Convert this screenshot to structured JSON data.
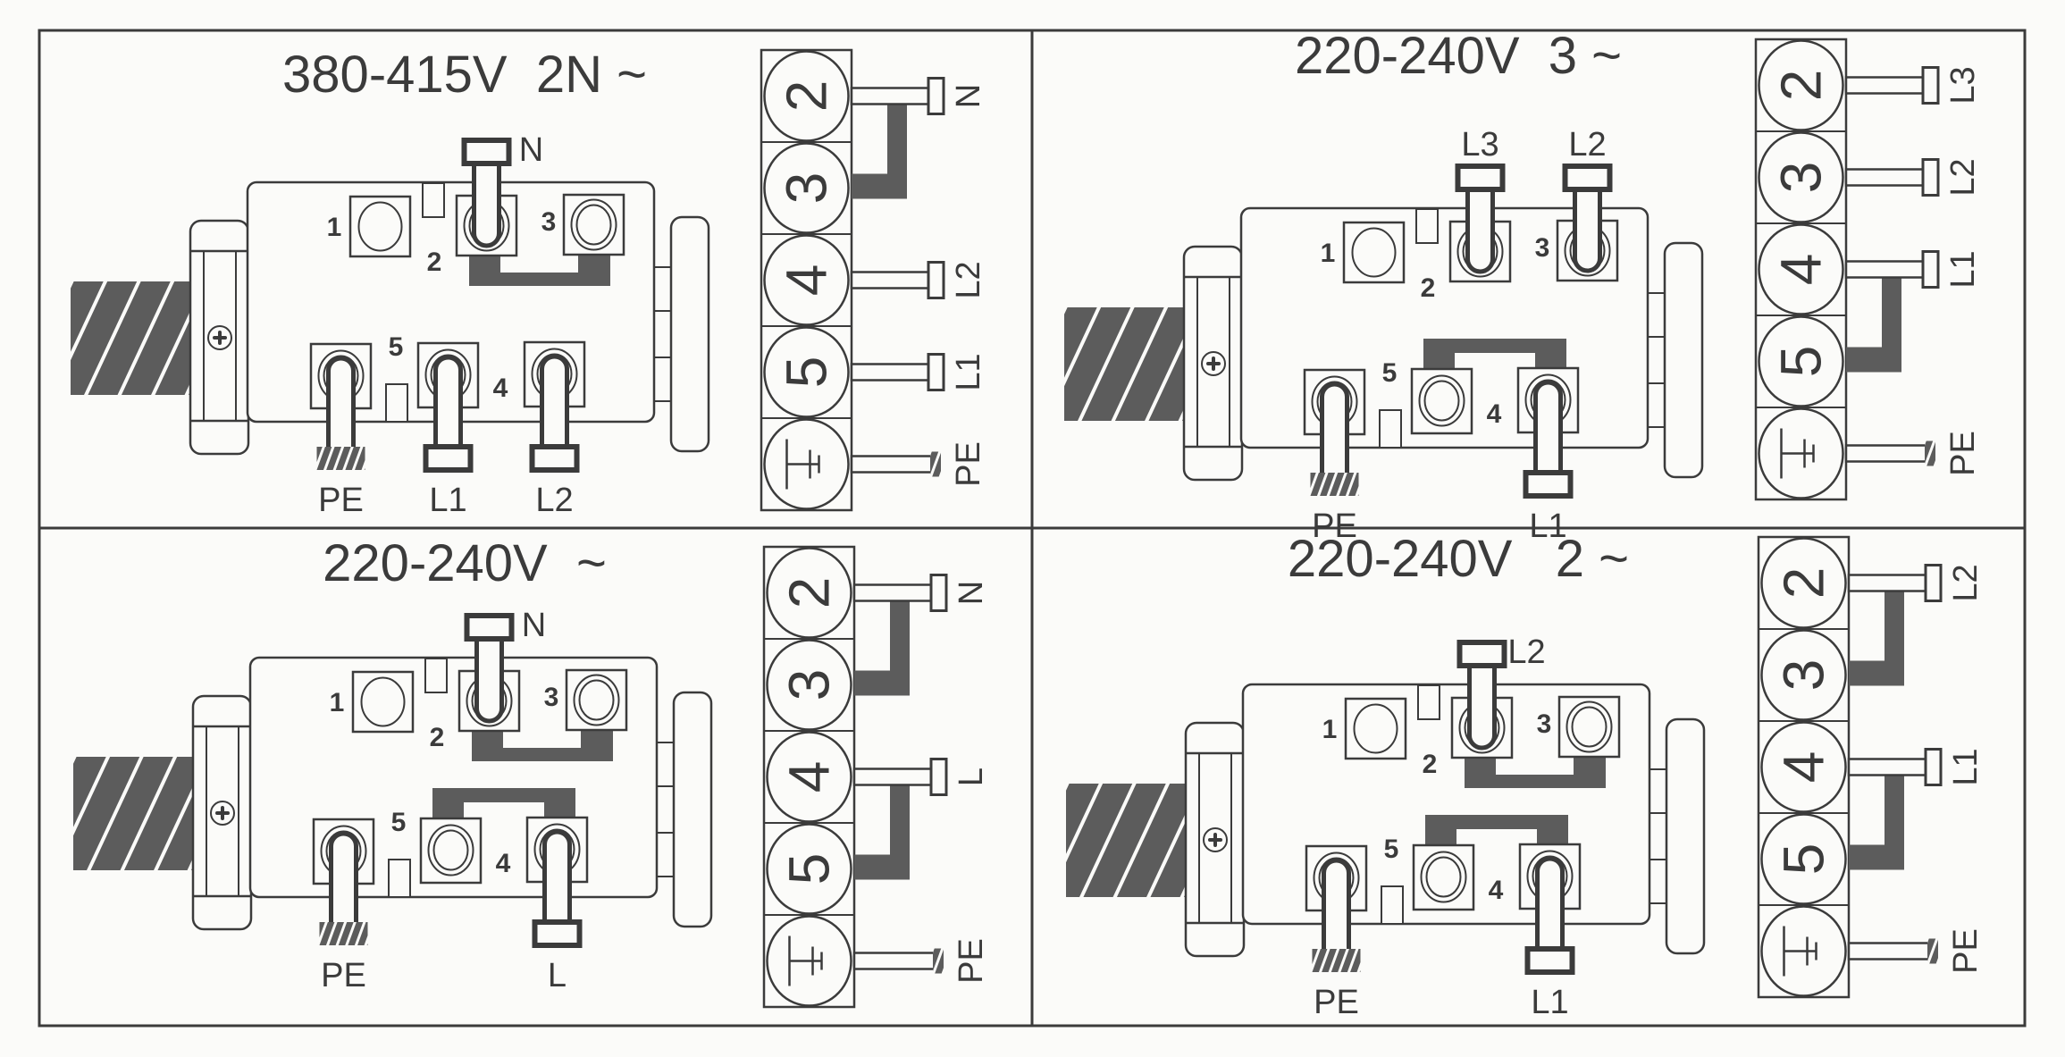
{
  "colors": {
    "ink": "#3b3b3b",
    "fill": "#5c5c5c",
    "paper": "#fbfbf9"
  },
  "panels": [
    {
      "id": "top-left",
      "title": "380-415V  2N ~",
      "motor": {
        "top_wires": [
          {
            "terminal": 2,
            "label": "N"
          }
        ],
        "bottom_wires": [
          {
            "terminal": "PE",
            "label": "PE"
          },
          {
            "terminal": 5,
            "label": "L1"
          },
          {
            "terminal": 4,
            "label": "L2"
          }
        ],
        "bridges": [
          "2-3"
        ],
        "terminal_numbers": [
          "1",
          "2",
          "3",
          "4",
          "5"
        ]
      },
      "strip": {
        "cells": [
          "2",
          "3",
          "4",
          "5",
          "earth"
        ],
        "wires": [
          {
            "cell": "2",
            "label": "N"
          },
          {
            "cell": "4",
            "label": "L2"
          },
          {
            "cell": "5",
            "label": "L1"
          },
          {
            "cell": "earth",
            "label": "PE"
          }
        ],
        "bridges": [
          "2-3"
        ]
      }
    },
    {
      "id": "top-right",
      "title": "220-240V  3 ~",
      "motor": {
        "top_wires": [
          {
            "terminal": 2,
            "label": "L3"
          },
          {
            "terminal": 3,
            "label": "L2"
          }
        ],
        "bottom_wires": [
          {
            "terminal": "PE",
            "label": "PE"
          },
          {
            "terminal": 4,
            "label": "L1"
          }
        ],
        "bridges": [
          "4-5"
        ],
        "terminal_numbers": [
          "1",
          "2",
          "3",
          "4",
          "5"
        ]
      },
      "strip": {
        "cells": [
          "2",
          "3",
          "4",
          "5",
          "earth"
        ],
        "wires": [
          {
            "cell": "2",
            "label": "L3"
          },
          {
            "cell": "3",
            "label": "L2"
          },
          {
            "cell": "4",
            "label": "L1"
          },
          {
            "cell": "earth",
            "label": "PE"
          }
        ],
        "bridges": [
          "4-5"
        ]
      }
    },
    {
      "id": "bottom-left",
      "title": "220-240V  ~",
      "motor": {
        "top_wires": [
          {
            "terminal": 2,
            "label": "N"
          }
        ],
        "bottom_wires": [
          {
            "terminal": "PE",
            "label": "PE"
          },
          {
            "terminal": 4,
            "label": "L"
          }
        ],
        "bridges": [
          "2-3",
          "4-5"
        ],
        "terminal_numbers": [
          "1",
          "2",
          "3",
          "4",
          "5"
        ]
      },
      "strip": {
        "cells": [
          "2",
          "3",
          "4",
          "5",
          "earth"
        ],
        "wires": [
          {
            "cell": "2",
            "label": "N"
          },
          {
            "cell": "4",
            "label": "L"
          },
          {
            "cell": "earth",
            "label": "PE"
          }
        ],
        "bridges": [
          "2-3",
          "4-5"
        ]
      }
    },
    {
      "id": "bottom-right",
      "title": "220-240V   2 ~",
      "motor": {
        "top_wires": [
          {
            "terminal": 2,
            "label": "L2"
          }
        ],
        "bottom_wires": [
          {
            "terminal": "PE",
            "label": "PE"
          },
          {
            "terminal": 4,
            "label": "L1"
          }
        ],
        "bridges": [
          "2-3",
          "4-5"
        ],
        "terminal_numbers": [
          "1",
          "2",
          "3",
          "4",
          "5"
        ]
      },
      "strip": {
        "cells": [
          "2",
          "3",
          "4",
          "5",
          "earth"
        ],
        "wires": [
          {
            "cell": "2",
            "label": "L2"
          },
          {
            "cell": "4",
            "label": "L1"
          },
          {
            "cell": "earth",
            "label": "PE"
          }
        ],
        "bridges": [
          "2-3",
          "4-5"
        ]
      }
    }
  ]
}
